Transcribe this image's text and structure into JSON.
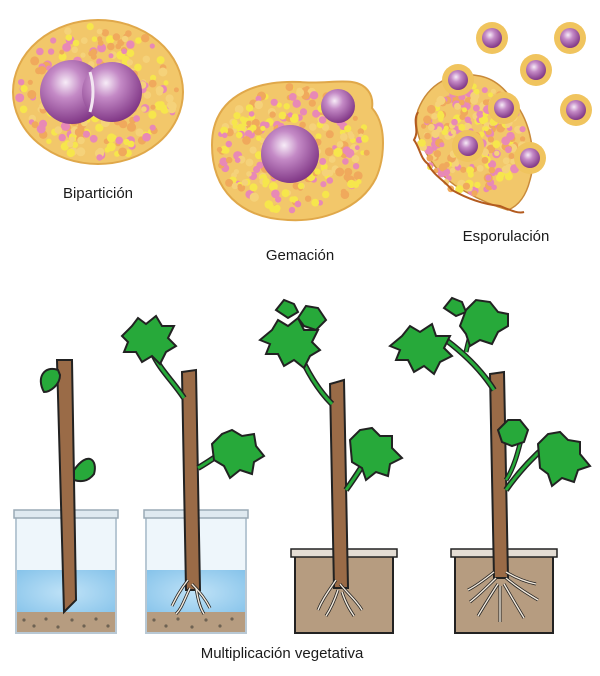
{
  "labels": {
    "biparticion": "Bipartición",
    "gemacion": "Gemación",
    "esporulacion": "Esporulación",
    "multiplicacion": "Multiplicación vegetativa"
  },
  "colors": {
    "cytoplasm": "#f2c76a",
    "granule_pink": "#e889b6",
    "granule_yellow": "#f6e64c",
    "granule_orange": "#f0a95c",
    "nucleus": "#8a3f8e",
    "spore_ring": "#f0c45e",
    "stem": "#9a6b47",
    "leaf": "#27a93a",
    "water": "#9fd1ef",
    "soil": "#b69c80",
    "gravel": "#6e6253",
    "outline": "#222222"
  },
  "icons": [
    "cell-biparticion",
    "cell-gemacion",
    "spores",
    "cutting-water",
    "cutting-soil"
  ]
}
